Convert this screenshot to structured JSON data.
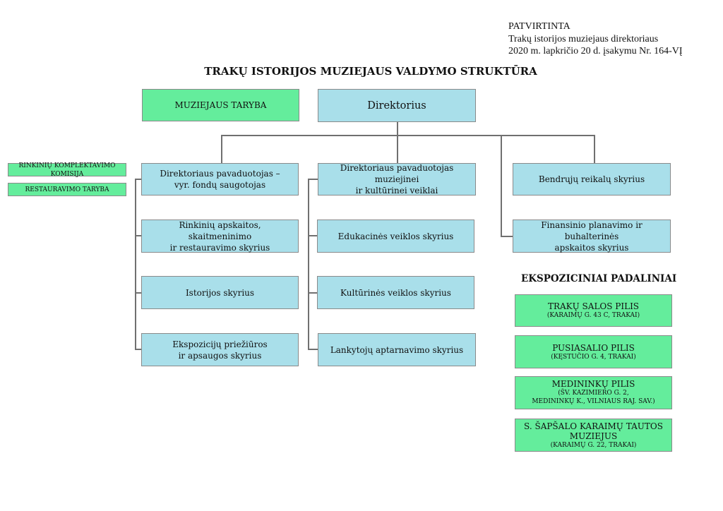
{
  "approval": {
    "line1": "PATVIRTINTA",
    "line2": "Trakų istorijos muziejaus direktoriaus",
    "line3": "2020 m. lapkričio 20 d. įsakymu Nr. 164-VĮ"
  },
  "title": "TRAKŲ ISTORIJOS MUZIEJAUS  VALDYMO STRUKTŪRA",
  "council": "MUZIEJAUS TARYBA",
  "director": "Direktorius",
  "side_commissions": {
    "collection": "RINKINIŲ KOMPLEKTAVIMO KOMISIJA",
    "restoration": "RESTAURAVIMO TARYBA"
  },
  "column_funds": {
    "head_line1": "Direktoriaus pavaduotojas –",
    "head_line2": "vyr. fondų saugotojas",
    "units": [
      {
        "line1": "Rinkinių apskaitos, skaitmeninimo",
        "line2": "ir restauravimo skyrius"
      },
      {
        "line1": "Istorijos skyrius",
        "line2": ""
      },
      {
        "line1": "Ekspozicijų priežiūros",
        "line2": "ir apsaugos skyrius"
      }
    ]
  },
  "column_culture": {
    "head_line1": "Direktoriaus pavaduotojas muziejinei",
    "head_line2": "ir kultūrinei veiklai",
    "units": [
      {
        "line1": "Edukacinės veiklos skyrius"
      },
      {
        "line1": "Kultūrinės veiklos skyrius"
      },
      {
        "line1": "Lankytojų aptarnavimo skyrius"
      }
    ]
  },
  "general_affairs": "Bendrųjų reikalų skyrius",
  "finance": {
    "line1": "Finansinio planavimo ir buhalterinės",
    "line2": "apskaitos skyrius"
  },
  "exposition": {
    "heading": "EKSPOZICINIAI PADALINIAI",
    "units": [
      {
        "name": "TRAKŲ SALOS PILIS",
        "name2": "",
        "addr1": "(KARAIMŲ G. 43 C, TRAKAI)",
        "addr2": ""
      },
      {
        "name": "PUSIASALIO PILIS",
        "name2": "",
        "addr1": "(KĘSTUČIO G. 4, TRAKAI)",
        "addr2": ""
      },
      {
        "name": "MEDININKŲ PILIS",
        "name2": "",
        "addr1": "(ŠV. KAZIMIERO G. 2,",
        "addr2": "MEDININKŲ K., VILNIAUS RAJ. SAV.)"
      },
      {
        "name": "S. ŠAPŠALO KARAIMŲ TAUTOS",
        "name2": "MUZIEJUS",
        "addr1": "(KARAIMŲ G. 22, TRAKAI)",
        "addr2": ""
      }
    ]
  },
  "colors": {
    "unit_blue": "#a9dfea",
    "body_green": "#64ed9c",
    "connector": "#707070"
  }
}
